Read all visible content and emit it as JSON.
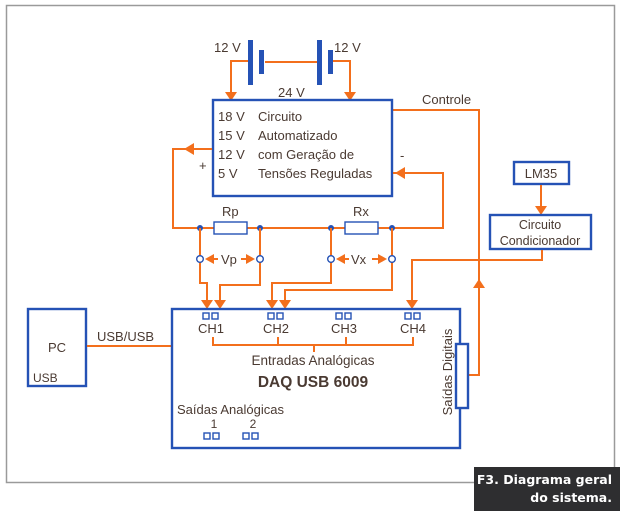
{
  "batteries": {
    "left_label": "12 V",
    "right_label": "12 V",
    "total_label": "24 V"
  },
  "regulator": {
    "rows": [
      {
        "voltage": "18 V",
        "text": "Circuito"
      },
      {
        "voltage": "15 V",
        "text": "Automatizado"
      },
      {
        "voltage": "12 V",
        "text": "com Geração de"
      },
      {
        "voltage": "5 V",
        "text": "Tensões Reguladas"
      }
    ],
    "plus_label": "+",
    "minus_label": "-",
    "control_label": "Controle"
  },
  "resistors": {
    "rp_label": "Rp",
    "rx_label": "Rx",
    "vp_label": "Vp",
    "vx_label": "Vx"
  },
  "sensor": {
    "lm35_label": "LM35",
    "conditioner_line1": "Circuito",
    "conditioner_line2": "Condicionador"
  },
  "pc": {
    "title": "PC",
    "port": "USB",
    "link_label": "USB/USB"
  },
  "daq": {
    "title": "DAQ USB 6009",
    "channels": [
      "CH1",
      "CH2",
      "CH3",
      "CH4"
    ],
    "inputs_label": "Entradas Analógicas",
    "digital_outputs_label": "Saídas Digitais",
    "analog_outputs_label": "Saídas Analógicas",
    "analog_output_numbers": [
      "1",
      "2"
    ]
  },
  "caption": {
    "line1": "F3. Diagrama geral",
    "line2": "do sistema."
  },
  "colors": {
    "wire": "#f36f1c",
    "box": "#2552b5",
    "text": "#4a3a32",
    "caption_bg": "#2e2e30"
  }
}
